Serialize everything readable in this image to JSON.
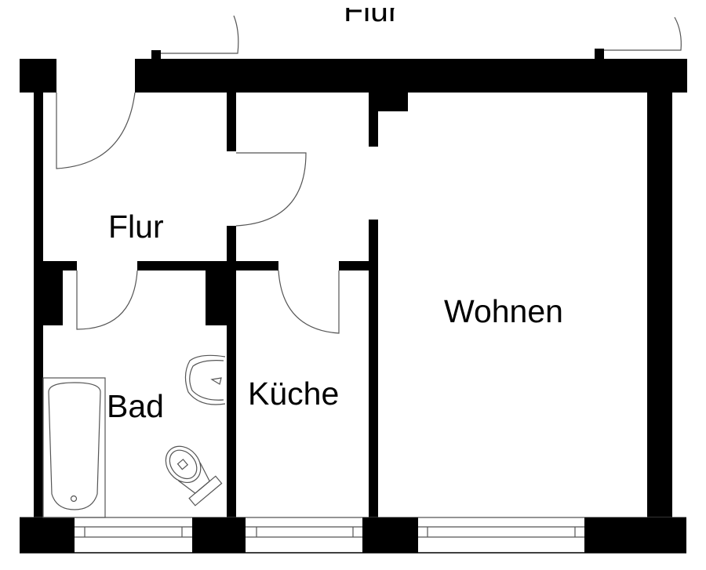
{
  "rooms": {
    "outside_corridor": "Flur",
    "hallway": "Flur",
    "bathroom": "Bad",
    "kitchen": "Küche",
    "living": "Wohnen"
  },
  "colors": {
    "wall": "#000000",
    "line": "#555555",
    "background": "#ffffff"
  }
}
